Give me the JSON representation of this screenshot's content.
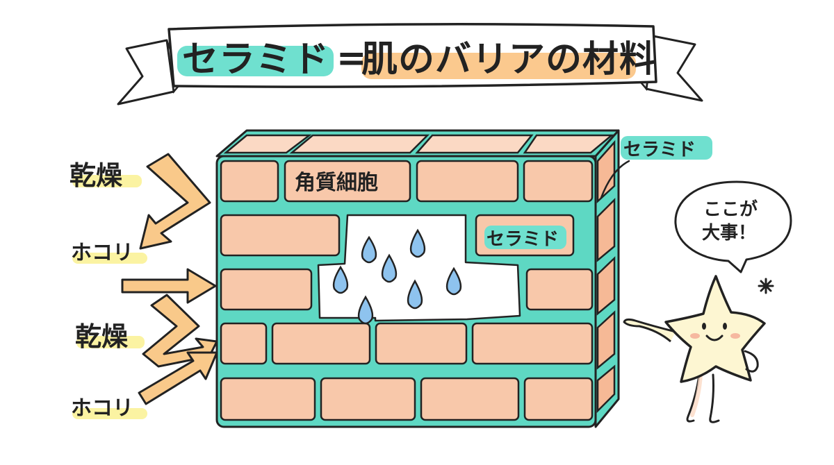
{
  "title": {
    "left": "セラミド",
    "equals": "=",
    "right": "肌のバリアの材料"
  },
  "labels": {
    "cells": "角質細胞",
    "ceramide_top": "セラミド",
    "ceramide_mid": "セラミド",
    "threats": [
      "乾燥",
      "ホコリ",
      "乾燥",
      "ホコリ"
    ],
    "speech_line1": "ここが",
    "speech_line2": "大事！"
  },
  "colors": {
    "brick": "#f8c8aa",
    "brick_light": "#fbd9c4",
    "mortar": "#5ed8c3",
    "arrow": "#f9c98a",
    "highlight_teal": "#6fe0cf",
    "highlight_orange": "#fbc98e",
    "highlight_yellow": "#fbf3a2",
    "drop": "#8ec3ee",
    "star": "#fdf6d2",
    "outline": "#222222"
  },
  "icons": {
    "drops": "water-drop-icon",
    "star": "star-mascot-icon",
    "sparkle": "sparkle-icon"
  }
}
